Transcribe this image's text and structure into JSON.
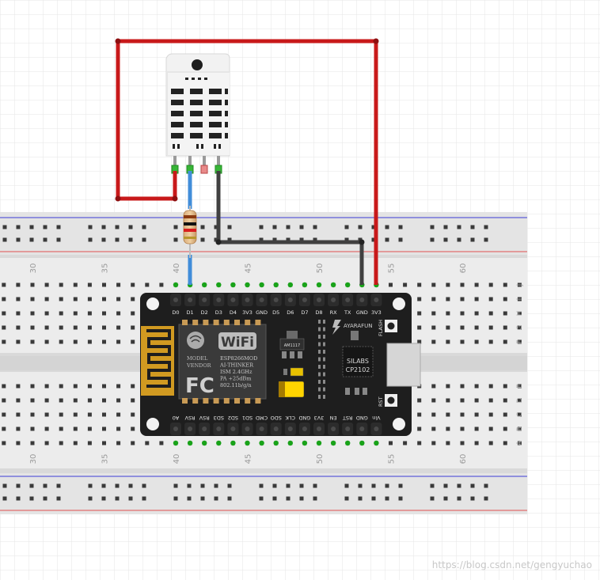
{
  "breadboard": {
    "column_numbers_top": [
      "30",
      "35",
      "40",
      "45",
      "50",
      "55",
      "60"
    ],
    "column_numbers_bottom": [
      "30",
      "35",
      "40",
      "45",
      "50",
      "55",
      "60"
    ],
    "row_letters_upper": [
      "J",
      "I",
      "H",
      "G",
      "F"
    ],
    "row_letters_lower": [
      "E",
      "D",
      "C",
      "B",
      "A"
    ]
  },
  "nodemcu": {
    "top_pins": [
      "D0",
      "D1",
      "D2",
      "D3",
      "D4",
      "3V3",
      "GND",
      "D5",
      "D6",
      "D7",
      "D8",
      "RX",
      "TX",
      "GND",
      "3V3"
    ],
    "bottom_pins": [
      "A0",
      "RSV",
      "RSV",
      "SD3",
      "SD2",
      "SD1",
      "CMD",
      "SDO",
      "CLK",
      "GND",
      "3V3",
      "EN",
      "RST",
      "GND",
      "Vin"
    ],
    "wifi_label": "WiFi",
    "module_lines": [
      "ESP8266MOD",
      "AI-THINKER",
      "ISM 2.4GHz",
      "PA +25dBm",
      "802.11b/g/n"
    ],
    "model_label": "MODEL",
    "vendor_label": "VENDOR",
    "fcc_label": "FC",
    "regulator_label": "AM1117",
    "brand_label": "AYARAFUN",
    "usb_chip_lines": [
      "SILABS",
      "CP2102"
    ],
    "flash_label": "FLASH",
    "rst_label": "RST"
  },
  "wire_colors": {
    "power": "#c8191a",
    "data": "#418dd9",
    "ground": "#404040"
  },
  "watermark": "https://blog.csdn.net/gengyuchao"
}
